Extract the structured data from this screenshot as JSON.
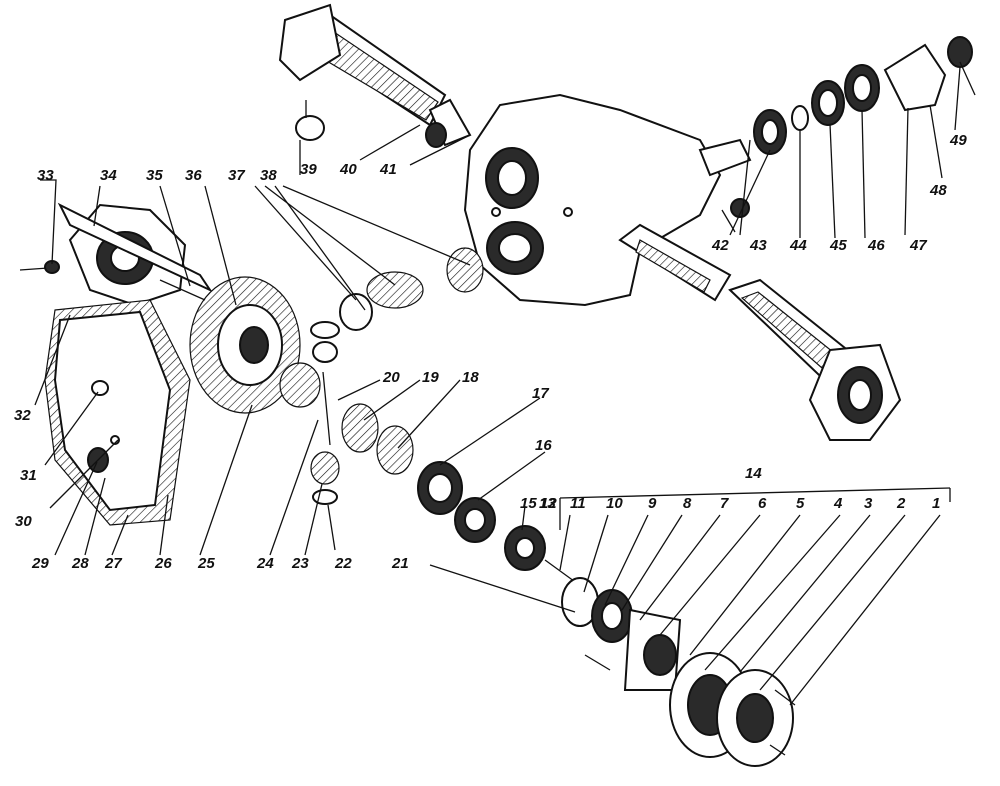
{
  "labels": {
    "l1": "1",
    "l2": "2",
    "l3": "3",
    "l4": "4",
    "l5": "5",
    "l6": "6",
    "l7": "7",
    "l8": "8",
    "l9": "9",
    "l10": "10",
    "l11": "11",
    "l12": "12",
    "l13": "13",
    "l14": "14",
    "l15": "15",
    "l16": "16",
    "l17": "17",
    "l18": "18",
    "l19": "19",
    "l20": "20",
    "l21": "21",
    "l22": "22",
    "l23": "23",
    "l24": "24",
    "l25": "25",
    "l26": "26",
    "l27": "27",
    "l28": "28",
    "l29": "29",
    "l30": "30",
    "l31": "31",
    "l32": "32",
    "l33": "33",
    "l34": "34",
    "l35": "35",
    "l36": "36",
    "l37": "37",
    "l38": "38",
    "l39": "39",
    "l40": "40",
    "l41": "41",
    "l42": "42",
    "l43": "43",
    "l44": "44",
    "l45": "45",
    "l46": "46",
    "l47": "47",
    "l48": "48",
    "l49": "49"
  },
  "colors": {
    "ink": "#111111",
    "paper": "#ffffff"
  }
}
